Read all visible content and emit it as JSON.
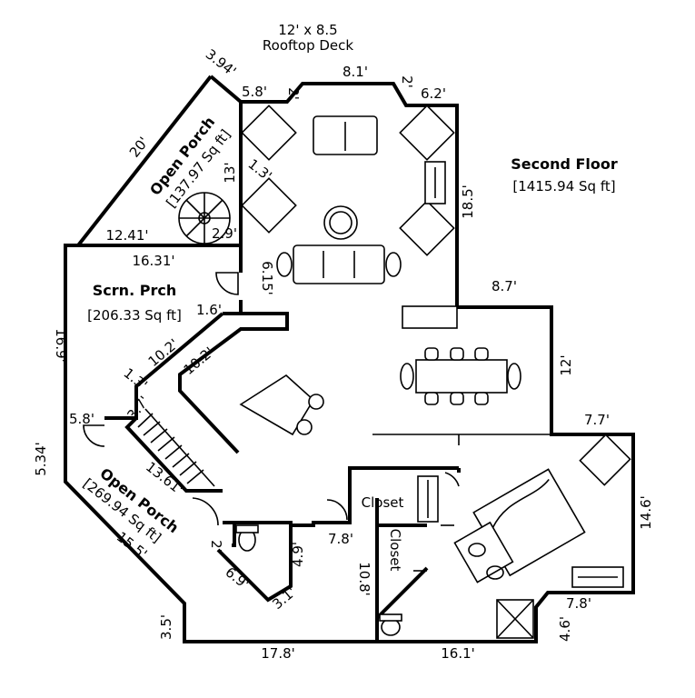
{
  "deck": {
    "size": "12' x 8.5",
    "name": "Rooftop Deck"
  },
  "rooms": {
    "second_floor": {
      "name": "Second Floor",
      "area": "[1415.94 Sq ft]"
    },
    "open_porch_top": {
      "name": "Open Porch",
      "area": "[137.97 Sq ft]"
    },
    "screened_porch": {
      "name": "Scrn. Prch",
      "area": "[206.33 Sq ft]"
    },
    "open_porch_bottom": {
      "name": "Open Porch",
      "area": "[269.94 Sq ft]"
    },
    "closet_1": {
      "name": "Closet"
    },
    "closet_2": {
      "name": "Closet"
    }
  },
  "dimensions": {
    "d_394": "3.94'",
    "d_58_top": "5.8'",
    "d_2_a": "2'",
    "d_81": "8.1'",
    "d_2_b": "2'",
    "d_62": "6.2'",
    "d_20": "20'",
    "d_13": "13'",
    "d_13b": "1.3'",
    "d_1241": "12.41'",
    "d_29": "2.9'",
    "d_185": "18.5'",
    "d_1631": "16.31'",
    "d_615": "6.15'",
    "d_87": "8.7'",
    "d_16": "1.6'",
    "d_169": "16.9'",
    "d_102_a": "10.2'",
    "d_102_b": "10.2'",
    "d_13c": "1.3'",
    "d_37": "3.7'",
    "d_12": "12'",
    "d_58_left": "5.8'",
    "d_77": "7.7'",
    "d_534": "5.34'",
    "d_1361": "13.61'",
    "d_146": "14.6'",
    "d_2_c": "2'",
    "d_78_a": "7.8'",
    "d_49": "4.9'",
    "d_108": "10.8'",
    "d_155": "15.5'",
    "d_69": "6.9'",
    "d_31": "3.1'",
    "d_78_b": "7.8'",
    "d_46": "4.6'",
    "d_35": "3.5'",
    "d_178": "17.8'",
    "d_161": "16.1'"
  }
}
